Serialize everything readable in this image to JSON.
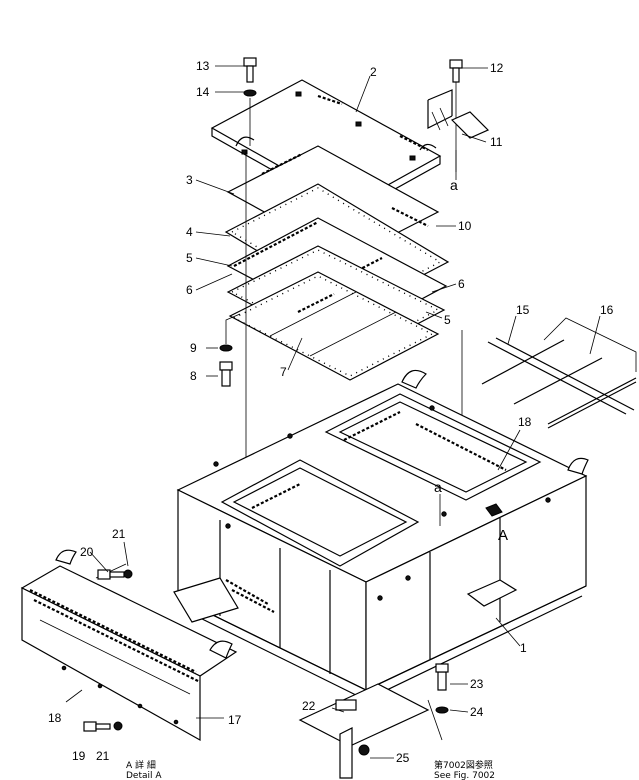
{
  "parts": {
    "p1": "1",
    "p2": "2",
    "p3": "3",
    "p4": "4",
    "p5a": "5",
    "p5b": "5",
    "p6a": "6",
    "p6b": "6",
    "p7": "7",
    "p8": "8",
    "p9": "9",
    "p10": "10",
    "p11": "11",
    "p12": "12",
    "p13": "13",
    "p14": "14",
    "p15": "15",
    "p16": "16",
    "p17": "17",
    "p18a": "18",
    "p18b": "18",
    "p19": "19",
    "p20": "20",
    "p21a": "21",
    "p21b": "21",
    "p22": "22",
    "p23": "23",
    "p24": "24",
    "p25": "25"
  },
  "refs": {
    "a_top": "a",
    "a_mid": "a",
    "big_a": "A"
  },
  "captions": {
    "detail_jp": "A 詳 細",
    "detail_en": "Detail A",
    "fig_jp": "第7002図参照",
    "fig_en": "See Fig. 7002"
  }
}
